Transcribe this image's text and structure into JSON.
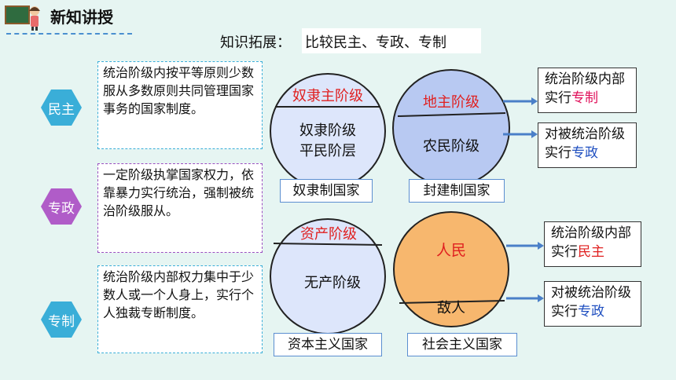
{
  "header": {
    "title": "新知讲授"
  },
  "topic": {
    "label": "知识拓展：",
    "text": "比较民主、专政、专制"
  },
  "definitions": [
    {
      "tag": "民主",
      "text": "统治阶级内按平等原则少数服从多数原则共同管理国家事务的国家制度。"
    },
    {
      "tag": "专政",
      "text": "一定阶级执掌国家权力，依靠暴力实行统治，强制被统治阶级服从。"
    },
    {
      "tag": "专制",
      "text": "统治阶级内部权力集中于少数人或一个人身上，实行个人独裁专断制度。"
    }
  ],
  "states": [
    {
      "top": "奴隶主阶级",
      "bottom_lines": [
        "奴隶阶级",
        "平民阶层"
      ],
      "label": "奴隶制国家"
    },
    {
      "top": "地主阶级",
      "bottom_lines": [
        "农民阶级"
      ],
      "label": "封建制国家"
    },
    {
      "top": "资产阶级",
      "bottom_lines": [
        "无产阶级"
      ],
      "label": "资本主义国家"
    },
    {
      "top": "人民",
      "bottom_lines": [
        "敌人"
      ],
      "label": "社会主义国家"
    }
  ],
  "notes": [
    {
      "pre": "统治阶级内部实行",
      "key": "专制"
    },
    {
      "pre": "对被统治阶级实行",
      "key": "专政"
    },
    {
      "pre": "统治阶级内部实行",
      "key": "民主"
    },
    {
      "pre": "对被统治阶级实行",
      "key": "专政"
    }
  ],
  "colors": {
    "hex_democracy": "#3aaed8",
    "hex_dictatorship": "#b05cc8",
    "hex_autocracy": "#3aaed8",
    "circle_light": "#dde6fb",
    "circle_blue": "#b8c9f2",
    "circle_orange": "#f7b76e"
  }
}
